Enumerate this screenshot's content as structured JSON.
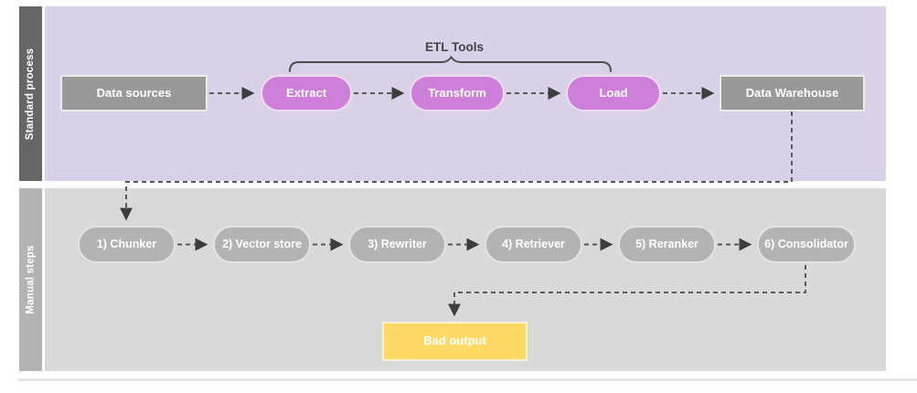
{
  "brace_label": "ETL Tools",
  "lanes": {
    "standard": {
      "label": "Standard process",
      "bar_color": "#666666",
      "bg_color": "#d8d1e7"
    },
    "manual": {
      "label": "Manual steps",
      "bar_color": "#b3b3b3",
      "bg_color": "#d9d9d9"
    }
  },
  "nodes": {
    "data_sources": {
      "label": "Data sources",
      "shape": "rectangle",
      "color": "#999999"
    },
    "extract": {
      "label": "Extract",
      "shape": "pill",
      "color": "#cd7fd9"
    },
    "transform": {
      "label": "Transform",
      "shape": "pill",
      "color": "#cd7fd9"
    },
    "load": {
      "label": "Load",
      "shape": "pill",
      "color": "#cd7fd9"
    },
    "data_warehouse": {
      "label": "Data Warehouse",
      "shape": "rectangle",
      "color": "#999999"
    },
    "chunker": {
      "label": "1) Chunker",
      "shape": "pill",
      "color": "#b3b3b3"
    },
    "vector_store": {
      "label": "2) Vector store",
      "shape": "pill",
      "color": "#b3b3b3"
    },
    "rewriter": {
      "label": "3) Rewriter",
      "shape": "pill",
      "color": "#b3b3b3"
    },
    "retriever": {
      "label": "4) Retriever",
      "shape": "pill",
      "color": "#b3b3b3"
    },
    "reranker": {
      "label": "5) Reranker",
      "shape": "pill",
      "color": "#b3b3b3"
    },
    "consolidator": {
      "label": "6) Consolidator",
      "shape": "pill",
      "color": "#b3b3b3"
    },
    "bad_output": {
      "label": "Bad output",
      "shape": "rectangle",
      "color": "#fed966"
    }
  },
  "connections": [
    {
      "from": "Data sources",
      "to": "Extract",
      "style": "dashed-arrow"
    },
    {
      "from": "Extract",
      "to": "Transform",
      "style": "dashed-arrow"
    },
    {
      "from": "Transform",
      "to": "Load",
      "style": "dashed-arrow"
    },
    {
      "from": "Load",
      "to": "Data Warehouse",
      "style": "dashed-arrow"
    },
    {
      "from": "Data Warehouse",
      "to": "1) Chunker",
      "style": "dashed-arrow"
    },
    {
      "from": "1) Chunker",
      "to": "2) Vector store",
      "style": "dashed-arrow"
    },
    {
      "from": "2) Vector store",
      "to": "3) Rewriter",
      "style": "dashed-arrow"
    },
    {
      "from": "3) Rewriter",
      "to": "4) Retriever",
      "style": "dashed-arrow"
    },
    {
      "from": "4) Retriever",
      "to": "5) Reranker",
      "style": "dashed-arrow"
    },
    {
      "from": "5) Reranker",
      "to": "6) Consolidator",
      "style": "dashed-arrow"
    },
    {
      "from": "6) Consolidator",
      "to": "Bad output",
      "style": "dashed-arrow"
    }
  ],
  "brace": {
    "spans_from": "Extract",
    "spans_to": "Load"
  },
  "colors": {
    "connector": "#595959",
    "arrowhead": "#3d3d3d",
    "brace_line": "#4d4d4d",
    "node_text": "#ffffff",
    "brace_label_text": "#434343"
  }
}
